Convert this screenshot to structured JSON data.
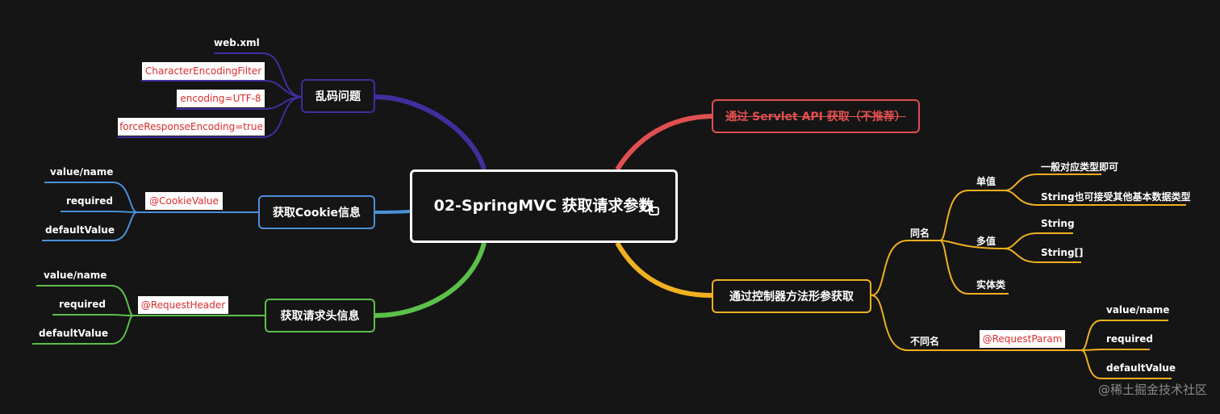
{
  "central": {
    "title": "02-SpringMVC 获取请求参数",
    "icon": "link-icon"
  },
  "branches": {
    "encoding": {
      "label": "乱码问题",
      "color": "#3f2f9e",
      "leaves": [
        "web.xml",
        "CharacterEncodingFilter",
        "encoding=UTF-8",
        "forceResponseEncoding=true"
      ]
    },
    "cookie": {
      "label": "获取Cookie信息",
      "color": "#4a90d9",
      "annotation": "@CookieValue",
      "leaves": [
        "value/name",
        "required",
        "defaultValue"
      ]
    },
    "header": {
      "label": "获取请求头信息",
      "color": "#5cbf4a",
      "annotation": "@RequestHeader",
      "leaves": [
        "value/name",
        "required",
        "defaultValue"
      ]
    },
    "servlet": {
      "label": "通过 Servlet API 获取（不推荐）",
      "color": "#e05050",
      "strikethrough": true
    },
    "controller": {
      "label": "通过控制器方法形参获取",
      "color": "#f0b020",
      "same_name": {
        "label": "同名",
        "single": {
          "label": "单值",
          "items": [
            "一般对应类型即可",
            "String也可接受其他基本数据类型"
          ]
        },
        "multi": {
          "label": "多值",
          "items": [
            "String",
            "String[]"
          ]
        },
        "entity": {
          "label": "实体类"
        }
      },
      "diff_name": {
        "label": "不同名",
        "annotation": "@RequestParam",
        "leaves": [
          "value/name",
          "required",
          "defaultValue"
        ]
      }
    }
  },
  "watermark": "@稀土掘金技术社区"
}
